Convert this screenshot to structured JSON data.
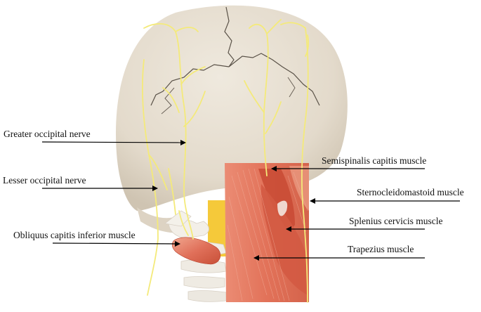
{
  "labels": {
    "greater_occipital_nerve": "Greater occipital nerve",
    "lesser_occipital_nerve": "Lesser occipital nerve",
    "obliquus_capitis_inferior_muscle": "Obliquus capitis inferior muscle",
    "semispinalis_capitis_muscle": "Semispinalis capitis muscle",
    "sternocleidomastoid_muscle": "Sternocleidomastoid muscle",
    "splenius_cervicis_muscle": "Splenius cervicis muscle",
    "trapezius_muscle": "Trapezius muscle"
  },
  "colors": {
    "skull": "#e8e0d2",
    "nerve": "#f4ea7a",
    "muscle": "#d9634a",
    "muscle_light": "#f0a48a",
    "muscle_dark": "#b8402c",
    "bone_spine": "#f1ede6",
    "fat": "#f5c93a",
    "arrow": "#000000"
  }
}
